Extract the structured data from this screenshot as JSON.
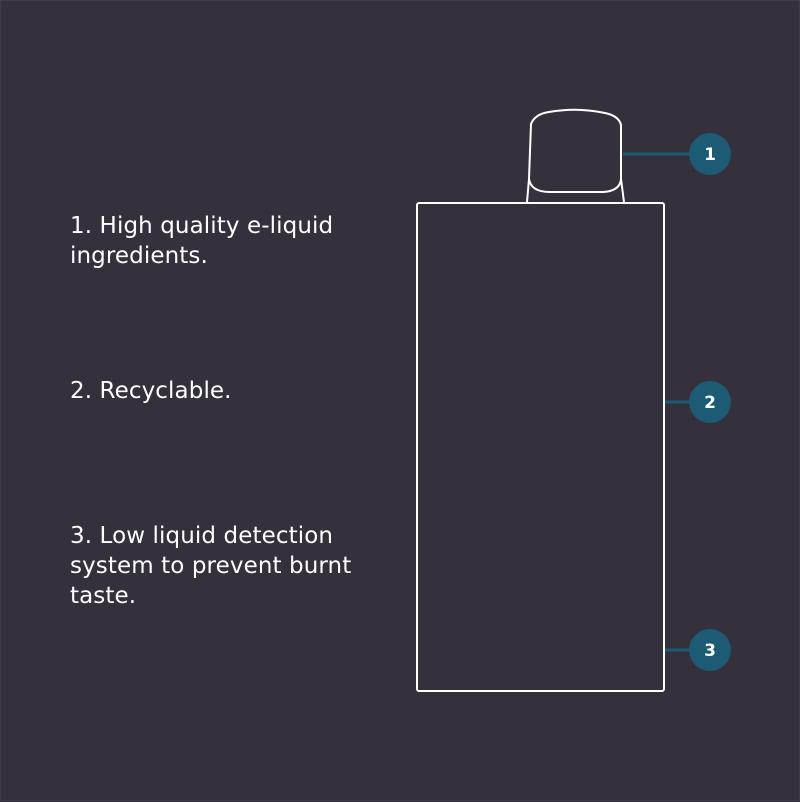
{
  "features": [
    {
      "number": "1",
      "text": "1. High quality e-liquid\ningredients."
    },
    {
      "number": "2",
      "text": "2. Recyclable."
    },
    {
      "number": "3",
      "text": "3. Low liquid detection\nsystem to prevent burnt\ntaste."
    }
  ],
  "colors": {
    "background": "#34313d",
    "outline": "#ffffff",
    "accent": "#1d5a73",
    "text": "#ffffff"
  }
}
